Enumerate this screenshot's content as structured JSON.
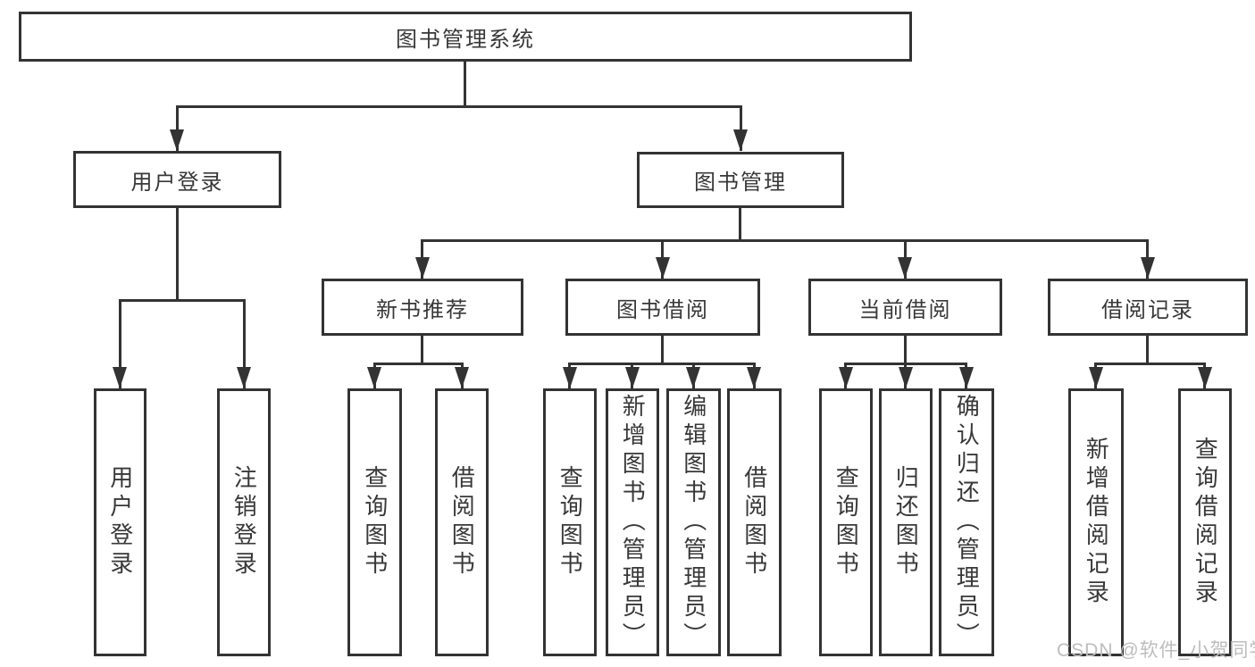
{
  "diagram": {
    "title": "图书管理系统",
    "root": "图书管理系统",
    "level2": [
      "用户登录",
      "图书管理"
    ],
    "level3": [
      "新书推荐",
      "图书借阅",
      "当前借阅",
      "借阅记录"
    ],
    "leaves": {
      "user_login": [
        "用户登录",
        "注销登录"
      ],
      "new_book_recommend": [
        "查询图书",
        "借阅图书"
      ],
      "book_borrow": [
        "查询图书",
        "新增图书（管理员）",
        "编辑图书（管理员）",
        "借阅图书"
      ],
      "current_borrow": [
        "查询图书",
        "归还图书",
        "确认归还（管理员）"
      ],
      "borrow_record": [
        "新增借阅记录",
        "查询借阅记录"
      ]
    },
    "watermark": "CSDN @软件_小贺同学",
    "colors": {
      "line": "#333333",
      "text": "#383838",
      "watermark": "#bdbdbd",
      "background": "#ffffff"
    }
  }
}
